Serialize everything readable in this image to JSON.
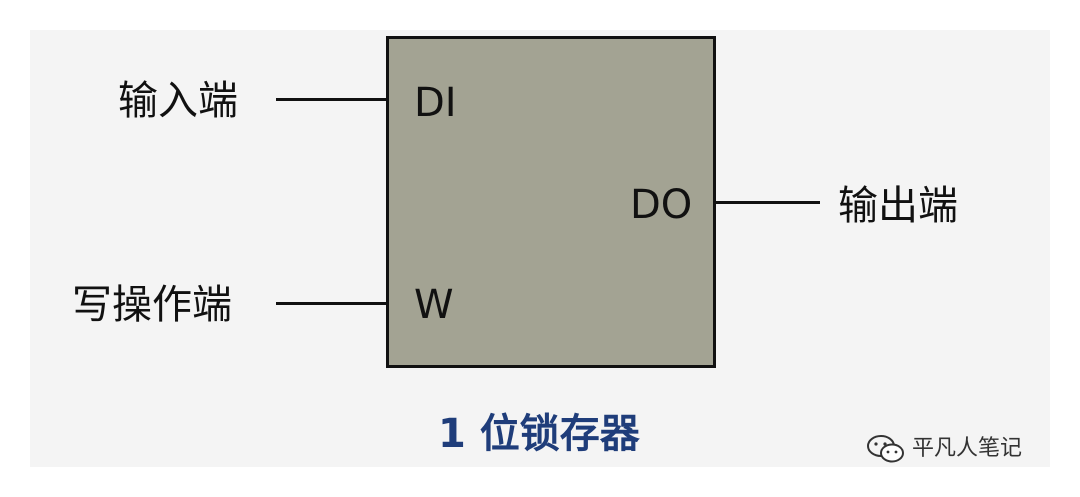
{
  "diagram": {
    "inputs": [
      {
        "pin": "DI",
        "label": "输入端"
      },
      {
        "pin": "W",
        "label": "写操作端"
      }
    ],
    "outputs": [
      {
        "pin": "DO",
        "label": "输出端"
      }
    ],
    "caption": "1 位锁存器"
  },
  "watermark": {
    "text": "平凡人笔记",
    "icon": "wechat-icon"
  },
  "colors": {
    "block_fill": "#a3a393",
    "caption": "#1f3d7a",
    "line": "#111111"
  }
}
